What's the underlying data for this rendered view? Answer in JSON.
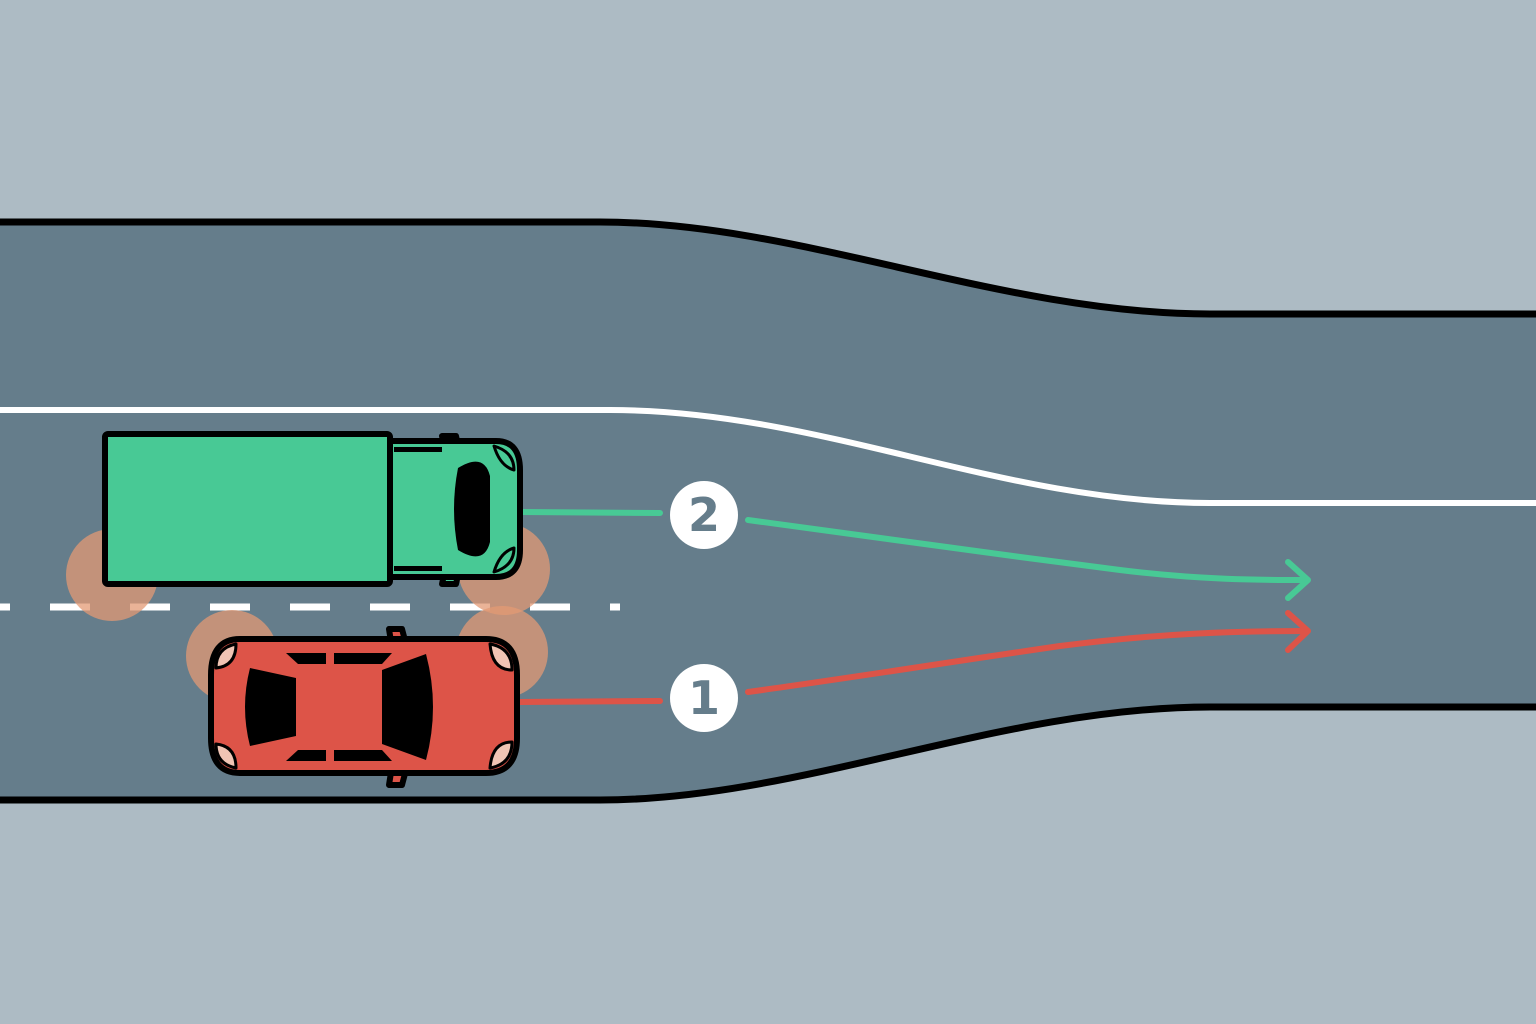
{
  "colors": {
    "background": "#adbbc4",
    "road": "#657d8b",
    "road_edge": "#000000",
    "lane_marking": "#ffffff",
    "truck": "#48c995",
    "car": "#dd5448",
    "blind_spot": "#e39a74",
    "marker_fill": "#ffffff",
    "marker_text": "#657d8b"
  },
  "vehicles": {
    "truck": {
      "icon": "truck-icon",
      "color": "#48c995"
    },
    "car": {
      "icon": "car-icon",
      "color": "#dd5448"
    }
  },
  "paths": [
    {
      "id": "path-1",
      "label": "1",
      "color": "#dd5448"
    },
    {
      "id": "path-2",
      "label": "2",
      "color": "#48c995"
    }
  ]
}
